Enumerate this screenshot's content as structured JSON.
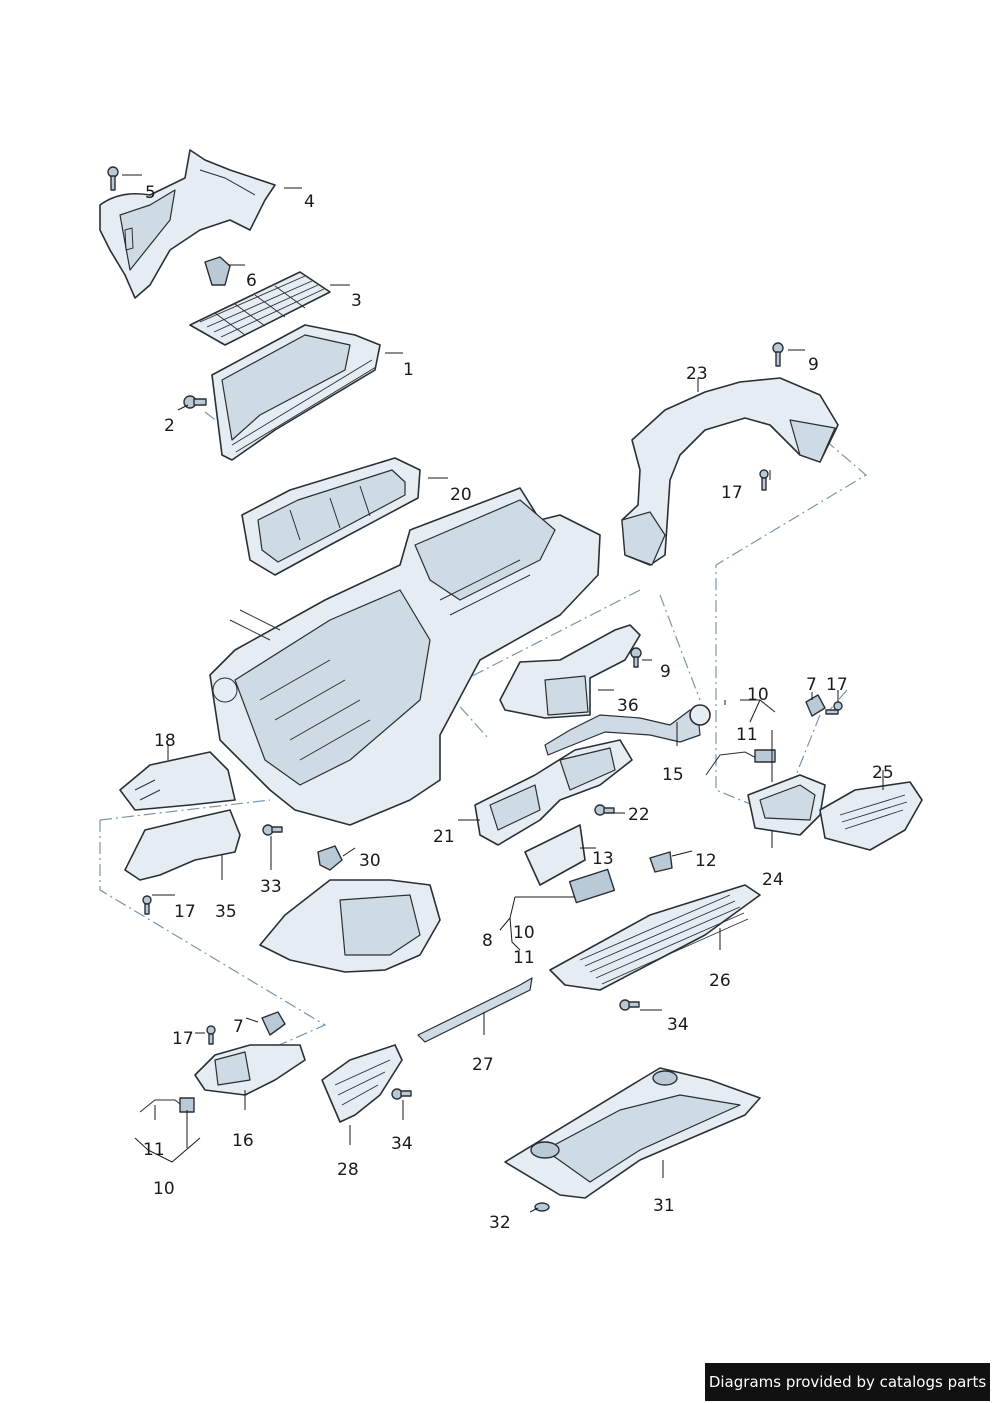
{
  "callouts": {
    "c1": "1",
    "c2": "2",
    "c3": "3",
    "c4": "4",
    "c5": "5",
    "c6": "6",
    "c7a": "7",
    "c7b": "7",
    "c8": "8",
    "c9a": "9",
    "c9b": "9",
    "c10a": "10",
    "c10b": "10",
    "c10c": "10",
    "c11a": "11",
    "c11b": "11",
    "c11c": "11",
    "c12": "12",
    "c13": "13",
    "c15": "15",
    "c16": "16",
    "c17a": "17",
    "c17b": "17",
    "c17c": "17",
    "c17d": "17",
    "c18": "18",
    "c20": "20",
    "c21": "21",
    "c22": "22",
    "c23": "23",
    "c24": "24",
    "c25": "25",
    "c26": "26",
    "c27": "27",
    "c28": "28",
    "c30": "30",
    "c31": "31",
    "c32": "32",
    "c33": "33",
    "c34a": "34",
    "c34b": "34",
    "c35": "35",
    "c36": "36"
  },
  "credit": "Diagrams provided by catalogs parts",
  "colors": {
    "part_fill": "#e6edf2",
    "part_shade": "#cfdbe4",
    "outline": "#2a2f35",
    "dash_line": "#7a95aa",
    "credit_bg": "#111111"
  }
}
